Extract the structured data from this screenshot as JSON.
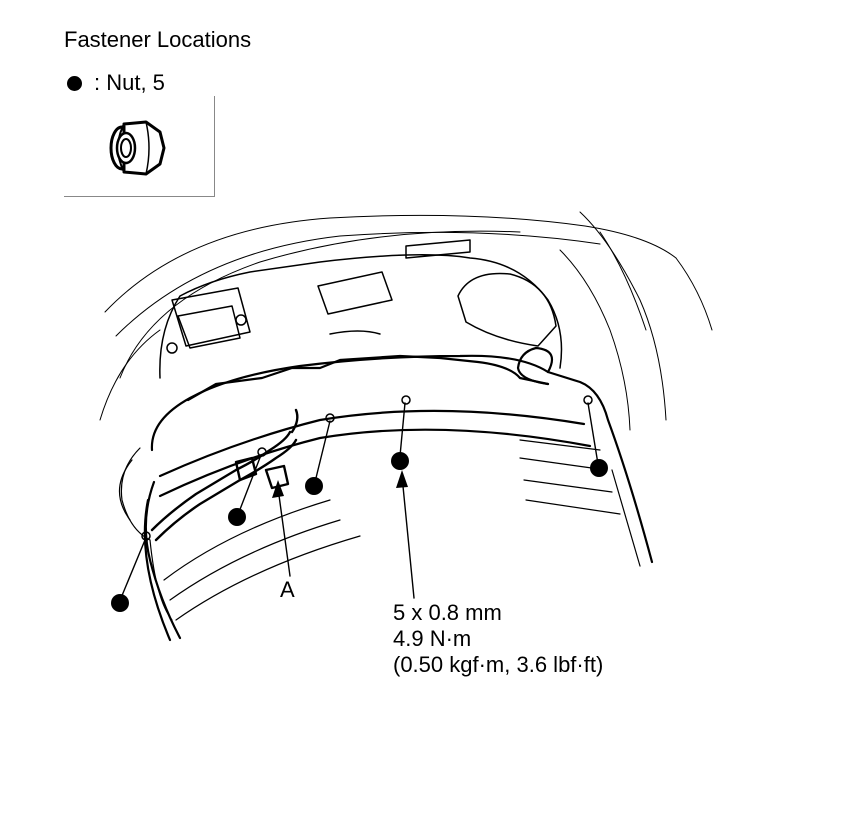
{
  "title": "Fastener Locations",
  "legend": {
    "symbol": "filled-circle",
    "label": ": Nut, 5",
    "icon": "flange-nut-icon"
  },
  "callout_a": "A",
  "spec": {
    "size": "5 x 0.8 mm",
    "torque_nm": "4.9 N·m",
    "torque_alt": "(0.50 kgf·m, 3.6 lbf·ft)"
  },
  "colors": {
    "line": "#000000",
    "background": "#ffffff",
    "frame": "#888888"
  },
  "nut_markers": [
    "nut-1",
    "nut-2",
    "nut-3",
    "nut-4",
    "nut-5"
  ]
}
